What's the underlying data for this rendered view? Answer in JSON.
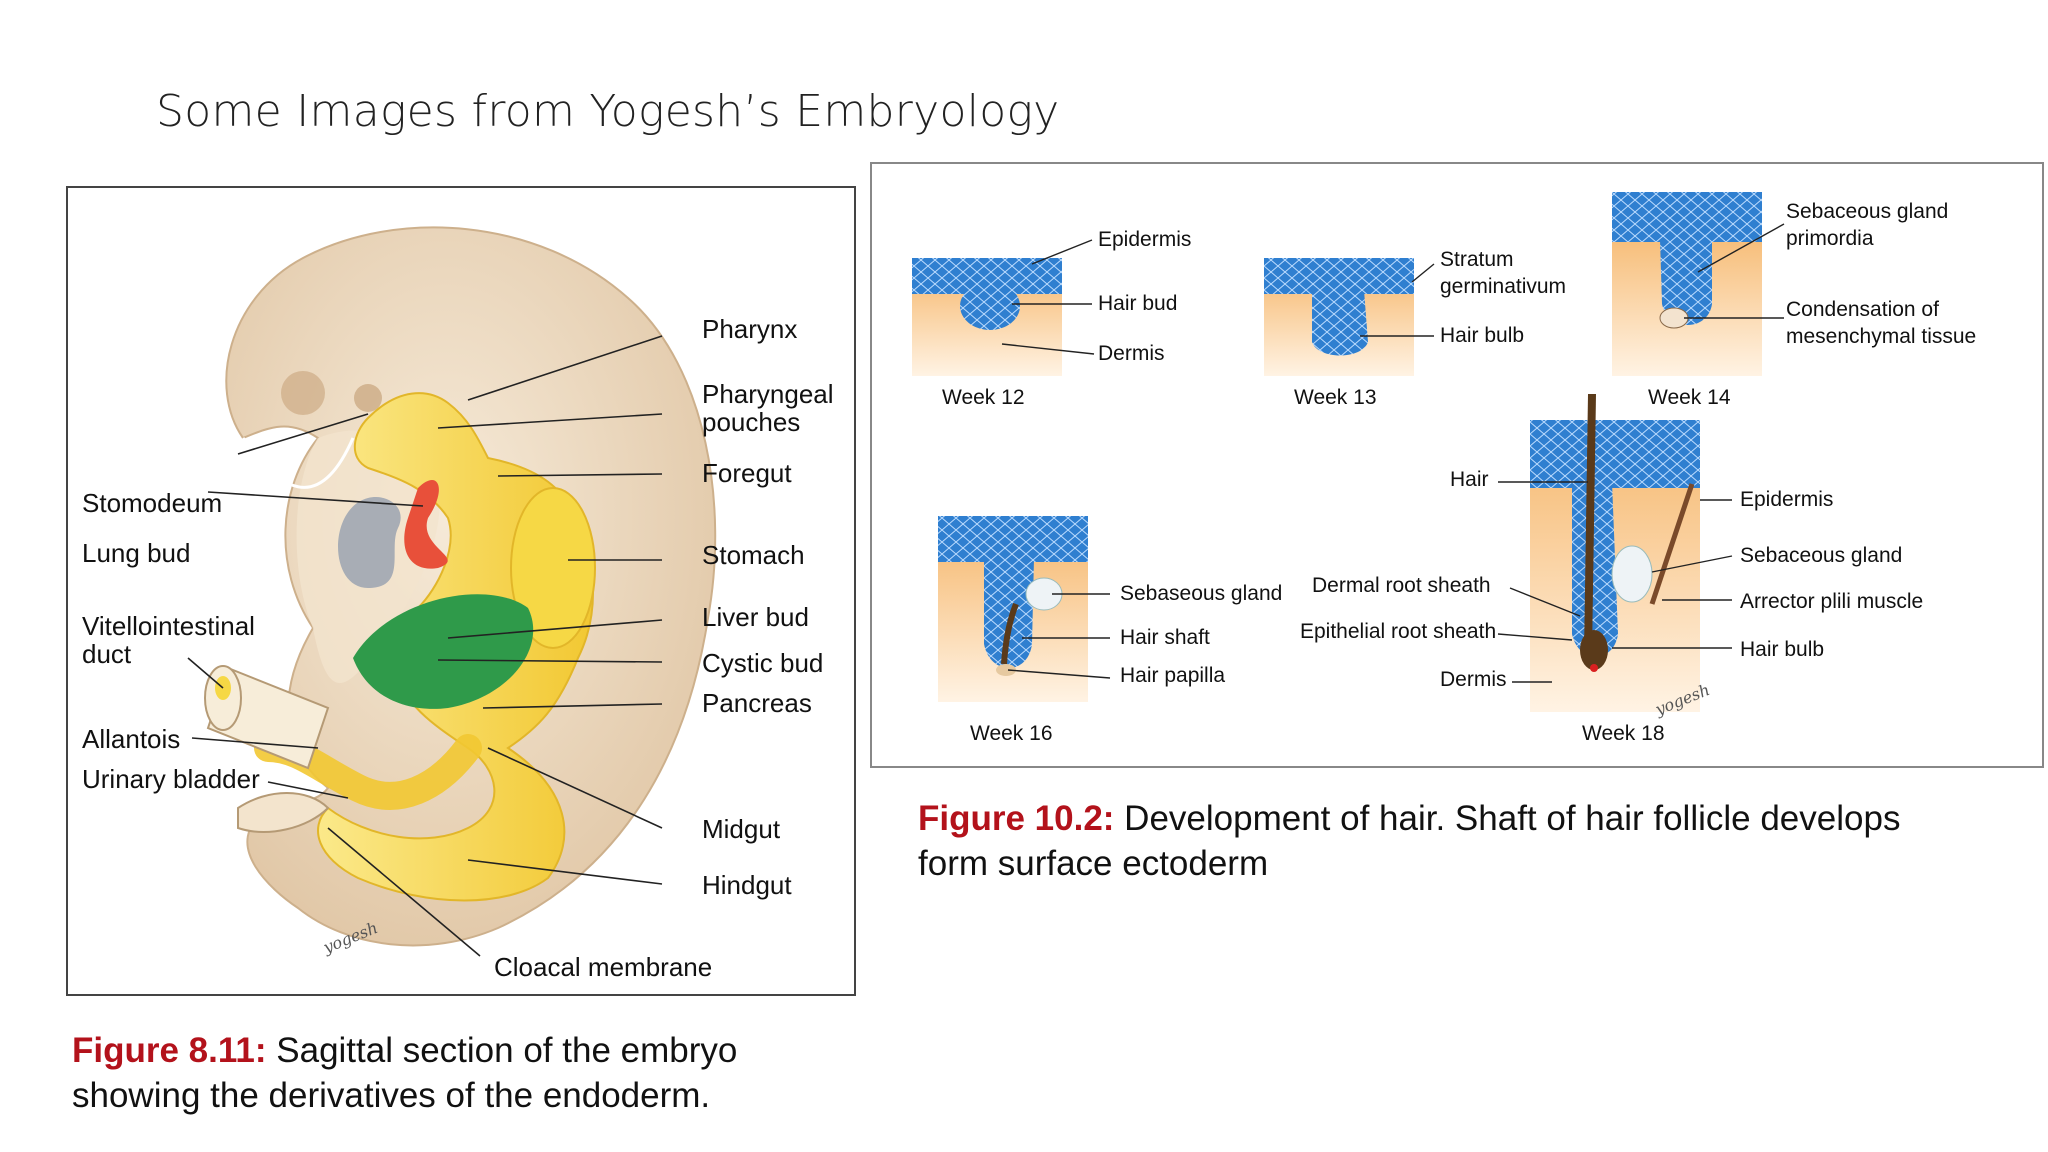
{
  "slide": {
    "title": "Some Images from Yogesh’s Embryology"
  },
  "embryo_figure": {
    "labels": {
      "pharynx": "Pharynx",
      "pharyngeal_pouches": "Pharyngeal\npouches",
      "foregut": "Foregut",
      "stomodeum": "Stomodeum",
      "lung_bud": "Lung bud",
      "stomach": "Stomach",
      "vitellointestinal_duct": "Vitellointestinal\nduct",
      "liver_bud": "Liver bud",
      "cystic_bud": "Cystic bud",
      "pancreas": "Pancreas",
      "allantois": "Allantois",
      "urinary_bladder": "Urinary bladder",
      "midgut": "Midgut",
      "hindgut": "Hindgut",
      "cloacal_membrane": "Cloacal membrane"
    },
    "signature": "yogesh",
    "caption_fig": "Figure 8.11:",
    "caption_text": " Sagittal section of the embryo showing the derivatives of the endoderm."
  },
  "hair_figure": {
    "week12": {
      "week": "Week 12",
      "epidermis": "Epidermis",
      "hair_bud": "Hair bud",
      "dermis": "Dermis"
    },
    "week13": {
      "week": "Week 13",
      "stratum": "Stratum\ngerminativum",
      "hair_bulb": "Hair bulb"
    },
    "week14": {
      "week": "Week 14",
      "sebaceous_primordia": "Sebaceous gland\nprimordia",
      "condensation": "Condensation of\nmesenchymal tissue"
    },
    "week16": {
      "week": "Week 16",
      "sebaseous_gland": "Sebaseous gland",
      "hair_shaft": "Hair shaft",
      "hair_papilla": "Hair papilla"
    },
    "week18": {
      "week": "Week 18",
      "hair": "Hair",
      "epidermis": "Epidermis",
      "dermal_root_sheath": "Dermal root sheath",
      "sebaceous_gland": "Sebaceous gland",
      "epithelial_root_sheath": "Epithelial root sheath",
      "arrector": "Arrector plili muscle",
      "dermis": "Dermis",
      "hair_bulb": "Hair bulb"
    },
    "signature": "yogesh",
    "caption_fig": "Figure 10.2:",
    "caption_text": " Development of hair. Shaft of hair follicle develops form surface ectoderm"
  },
  "colors": {
    "accent": "#b3121b",
    "gut_yellow": "#f6d845",
    "epidermis_blue": "#2f7fd0",
    "dermis_tan": "#f6c48a",
    "liver_green": "#2f9a4a",
    "lung_red": "#e8503a",
    "embryo_beige": "#efdcc2"
  }
}
